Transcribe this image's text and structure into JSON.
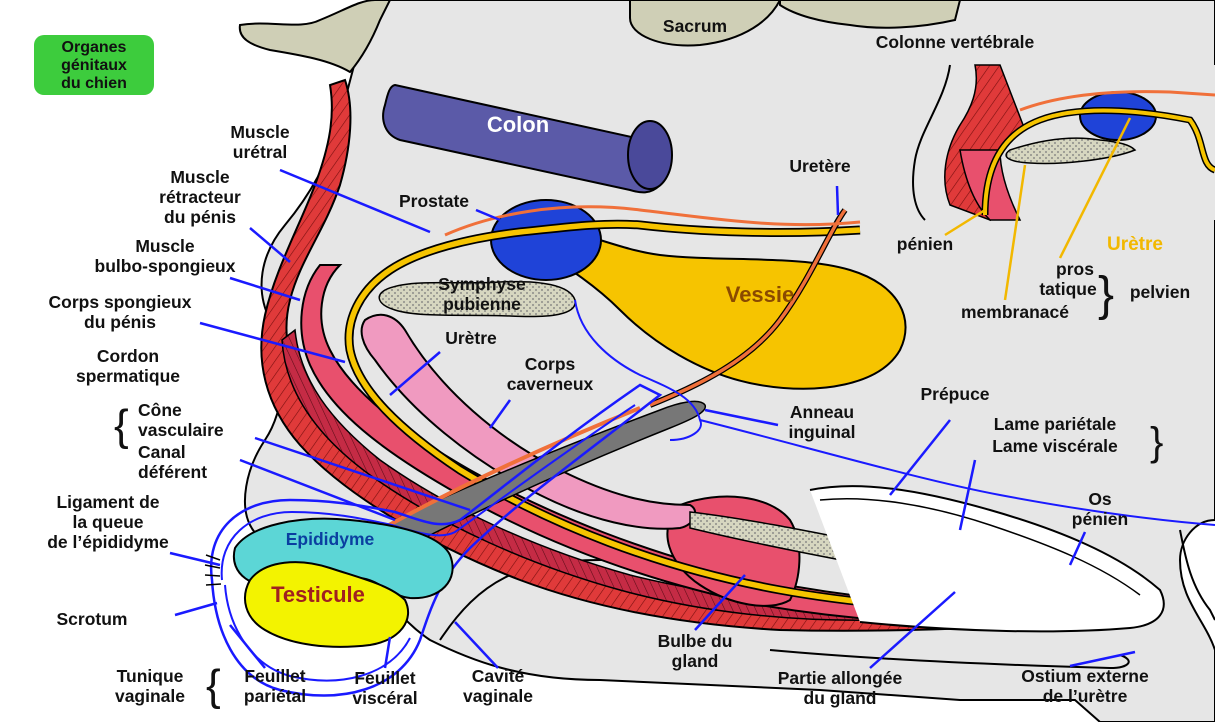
{
  "title": [
    "Organes",
    "génitaux",
    "du chien"
  ],
  "colors": {
    "skin_bg": "#e6e6e6",
    "bone": "#cfcfb6",
    "colon": "#5b5aa8",
    "prostate": "#1f43d8",
    "bladder": "#f6c400",
    "muscle": "#e03a3a",
    "spongy": "#e8506d",
    "cavernous": "#f09ac0",
    "urethra": "#f6c400",
    "testis": "#f3f300",
    "epididymis": "#5cd6d6",
    "title_badge": "#3dcc3d",
    "pointer": "#1a1aff",
    "pointer_urethra": "#f2b800"
  },
  "structures": {
    "colon": "Colon",
    "vessie": "Vessie",
    "testicule": "Testicule",
    "epididyme": "Epididyme",
    "sacrum": "Sacrum",
    "symphyse": [
      "Symphyse",
      "pubienne"
    ]
  },
  "labels": {
    "colonne": "Colonne vertébrale",
    "muscle_uretral": [
      "Muscle",
      "urétral"
    ],
    "muscle_retracteur": [
      "Muscle",
      "rétracteur",
      "du pénis"
    ],
    "muscle_bulbo": [
      "Muscle",
      "bulbo-spongieux"
    ],
    "corps_spongieux": [
      "Corps spongieux",
      "du pénis"
    ],
    "cordon": [
      "Cordon",
      "spermatique"
    ],
    "cone": [
      "Cône",
      "vasculaire"
    ],
    "canal": [
      "Canal",
      "déférent"
    ],
    "ligament": [
      "Ligament de",
      "la queue",
      "de l’épididyme"
    ],
    "scrotum": "Scrotum",
    "tunique": [
      "Tunique",
      "vaginale"
    ],
    "feuillet_parietal": [
      "Feuillet",
      "pariétal"
    ],
    "feuillet_visceral": [
      "Feuillet",
      "viscéral"
    ],
    "cavite": [
      "Cavité",
      "vaginale"
    ],
    "prostate": "Prostate",
    "uretere": "Uretère",
    "uretre": "Urètre",
    "corps_caverneux": [
      "Corps",
      "caverneux"
    ],
    "anneau": [
      "Anneau",
      "inguinal"
    ],
    "prepuce": "Prépuce",
    "lame_parietale": "Lame pariétale",
    "lame_viscerale": "Lame viscérale",
    "os_penien": [
      "Os",
      "pénien"
    ],
    "bulbe": [
      "Bulbe du",
      "gland"
    ],
    "partie": [
      "Partie allongée",
      "du gland"
    ],
    "ostium": [
      "Ostium externe",
      "de l’urètre"
    ]
  },
  "inset": {
    "penien": "pénien",
    "uretre": "Urètre",
    "pros": "pros",
    "tatique": "tatique",
    "membranace": "membranacé",
    "pelvien": "pelvien"
  }
}
